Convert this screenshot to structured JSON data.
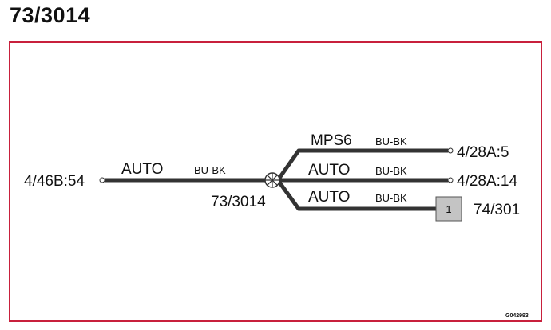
{
  "title": "73/3014",
  "splice_id": "73/3014",
  "left_connector": "4/46B:54",
  "main_wire": {
    "circuit": "AUTO",
    "color": "BU-BK"
  },
  "branches": [
    {
      "circuit": "MPS6",
      "color": "BU-BK",
      "connector": "4/28A:5"
    },
    {
      "circuit": "AUTO",
      "color": "BU-BK",
      "connector": "4/28A:14"
    },
    {
      "circuit": "AUTO",
      "color": "BU-BK",
      "connector": "74/301",
      "box_label": "1"
    }
  ],
  "figure_code": "G042993",
  "colors": {
    "frame": "#c8203c",
    "wire": "#333333",
    "box": "#c4c4c4"
  }
}
